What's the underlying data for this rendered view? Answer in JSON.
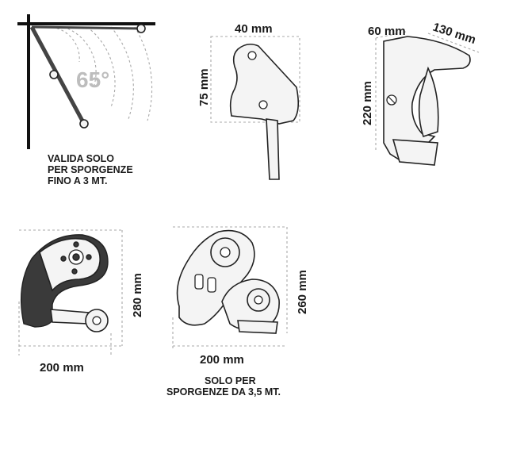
{
  "figure_1": {
    "angle_label": "65°",
    "note_lines": [
      "VALIDA SOLO",
      "PER SPORGENZE",
      "FINO A 3 MT."
    ]
  },
  "figure_2": {
    "width_label": "40 mm",
    "height_label": "75 mm"
  },
  "figure_3": {
    "width_label": "60 mm",
    "depth_label": "130 mm",
    "height_label": "220 mm"
  },
  "figure_4": {
    "width_label": "200 mm",
    "height_label": "280 mm"
  },
  "figure_5": {
    "width_label": "200 mm",
    "height_label": "260 mm",
    "note_lines": [
      "SOLO PER",
      "SPORGENZE DA 3,5 MT."
    ]
  },
  "colors": {
    "outline": "#222222",
    "dimension_guide": "#a9a9a9",
    "angle_text": "#bdbdbd"
  }
}
